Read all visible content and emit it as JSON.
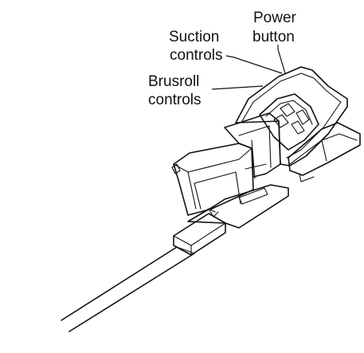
{
  "labels": {
    "power_line1": "Power",
    "power_line2": "button",
    "suction_line1": "Suction",
    "suction_line2": "controls",
    "brusroll_line1": "Brusroll",
    "brusroll_line2": "controls"
  },
  "icons": {
    "device": "vacuum-handle-line-drawing-icon"
  }
}
